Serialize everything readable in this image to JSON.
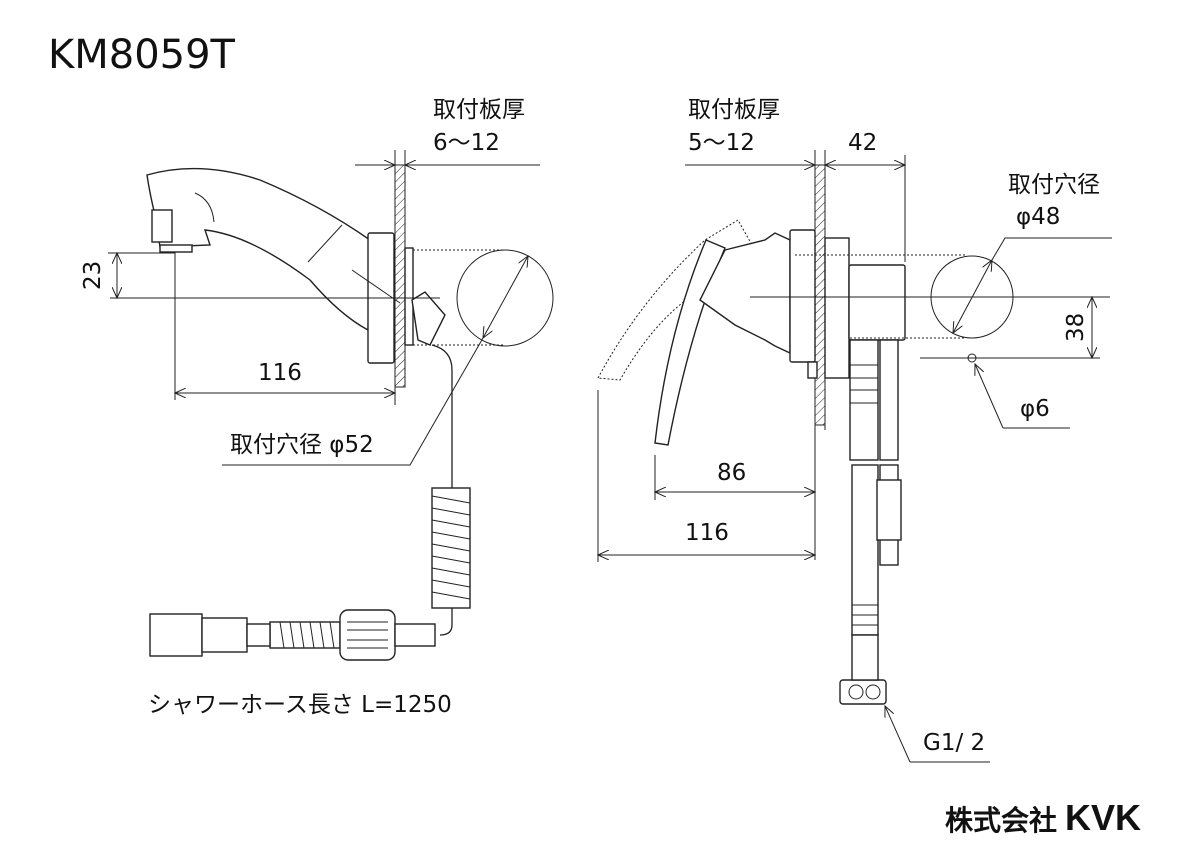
{
  "title": "KM8059T",
  "left_view": {
    "plate_thickness_label": "取付板厚",
    "plate_thickness_value": "6～12",
    "height_dim": "23",
    "reach_dim": "116",
    "hole_label": "取付穴径 φ52",
    "hose_label": "シャワーホース長さ L=1250"
  },
  "right_view": {
    "plate_thickness_label": "取付板厚",
    "plate_thickness_value": "5～12",
    "depth_dim": "42",
    "hole_label": "取付穴径",
    "hole_value": "φ48",
    "offset_dim": "38",
    "pin_dim": "φ6",
    "lever_dim": "86",
    "reach_dim": "116",
    "thread_label": "G1/ 2"
  },
  "logo": {
    "company": "株式会社",
    "brand": "KVK"
  }
}
